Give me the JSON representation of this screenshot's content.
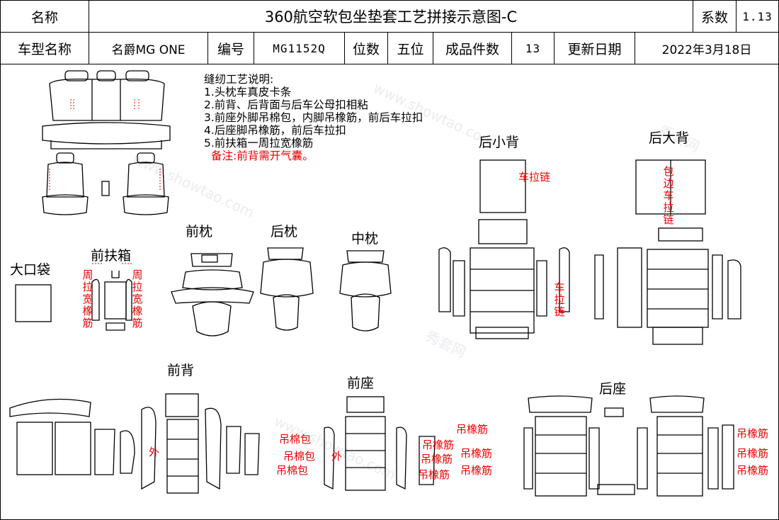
{
  "header": {
    "name_label": "名称",
    "title": "360航空软包坐垫套工艺拼接示意图-C",
    "coef_label": "系数",
    "coef_value": "1.13",
    "model_label": "车型名称",
    "model_value": "名爵MG ONE",
    "code_label": "编号",
    "code_value": "MG1152Q",
    "seats_label": "位数",
    "seats_value": "五位",
    "pieces_label": "成品件数",
    "pieces_value": "13",
    "date_label": "更新日期",
    "date_value": "2022年3月18日"
  },
  "notes": {
    "title": "缝纫工艺说明:",
    "items": [
      "1.头枕车真皮卡条",
      "2.前背、后背面与后车公母扣相粘",
      "3.前座外脚吊棉包，内脚吊橡筋，前后车拉扣",
      "4.后座脚吊橡筋，前后车拉扣",
      "5.前扶箱一周拉宽橡筋"
    ],
    "remark": "备注:前背需开气囊。"
  },
  "sections": {
    "rear_small_back": "后小背",
    "rear_large_back": "后大背",
    "front_headrest": "前枕",
    "rear_headrest": "后枕",
    "middle_headrest": "中枕",
    "front_armrest": "前扶箱",
    "big_pocket": "大口袋",
    "front_back": "前背",
    "front_seat": "前座",
    "rear_seat": "后座"
  },
  "annotations": {
    "car_zipper": "车拉链",
    "edge_zipper_v": "包边车拉链",
    "zipper_v": "车拉链",
    "around_elastic_v": "周拉宽橡筋",
    "outer": "外",
    "hang_cotton": "吊棉包",
    "hang_elastic": "吊橡筋"
  },
  "watermark": {
    "text_cn": "秀套网",
    "text_en": "www.showtao.com"
  }
}
